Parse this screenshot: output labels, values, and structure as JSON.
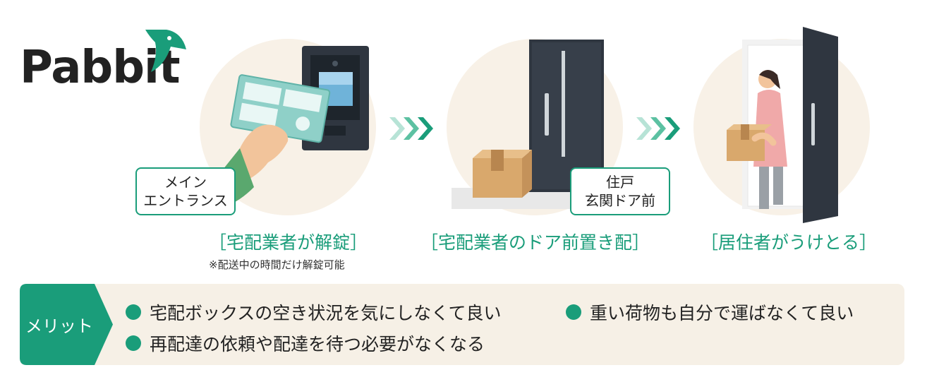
{
  "brand": {
    "name": "Pabbit",
    "accent": "#1a9d7a"
  },
  "steps": [
    {
      "caption": "［宅配業者が解錠］",
      "note": "※配送中の時間だけ解錠可能",
      "label": "メイン\nエントランス"
    },
    {
      "caption": "［宅配業者のドア前置き配］",
      "label": "住戸\n玄関ドア前"
    },
    {
      "caption": "［居住者がうけとる］"
    }
  ],
  "merit": {
    "tag": "メリット",
    "items": [
      "宅配ボックスの空き状況を気にしなくて良い",
      "重い荷物も自分で運ばなくて良い",
      "再配達の依頼や配達を待つ必要がなくなる"
    ]
  }
}
